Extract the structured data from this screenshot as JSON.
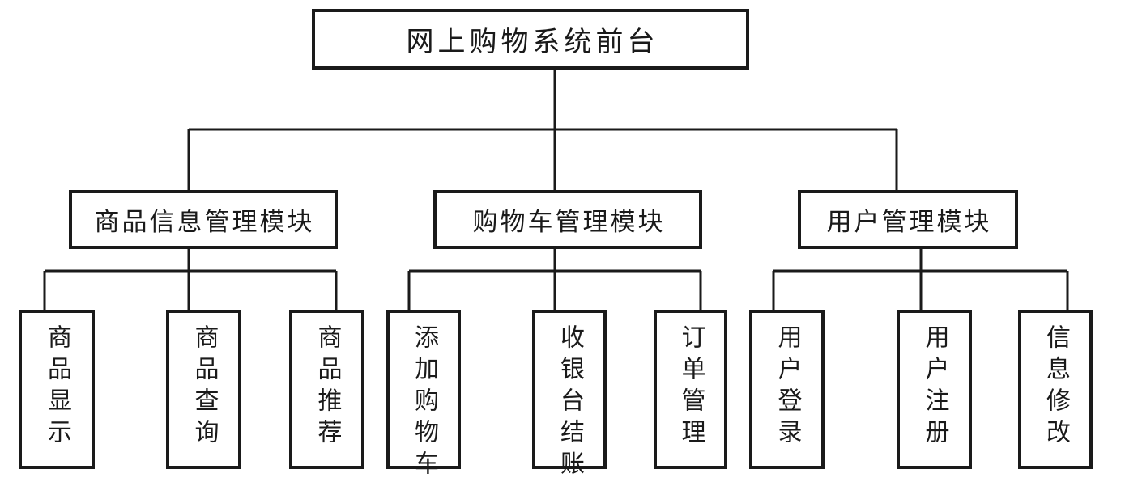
{
  "root": {
    "label": "网上购物系统前台"
  },
  "modules": [
    {
      "label": "商品信息管理模块",
      "children": [
        {
          "label": "商品显示"
        },
        {
          "label": "商品查询"
        },
        {
          "label": "商品推荐"
        }
      ]
    },
    {
      "label": "购物车管理模块",
      "children": [
        {
          "label": "添加购物车"
        },
        {
          "label": "收银台结账"
        },
        {
          "label": "订单管理"
        }
      ]
    },
    {
      "label": "用户管理模块",
      "children": [
        {
          "label": "用户登录"
        },
        {
          "label": "用户注册"
        },
        {
          "label": "信息修改"
        }
      ]
    }
  ],
  "colors": {
    "line": "#1a1a1a",
    "background": "#ffffff"
  }
}
